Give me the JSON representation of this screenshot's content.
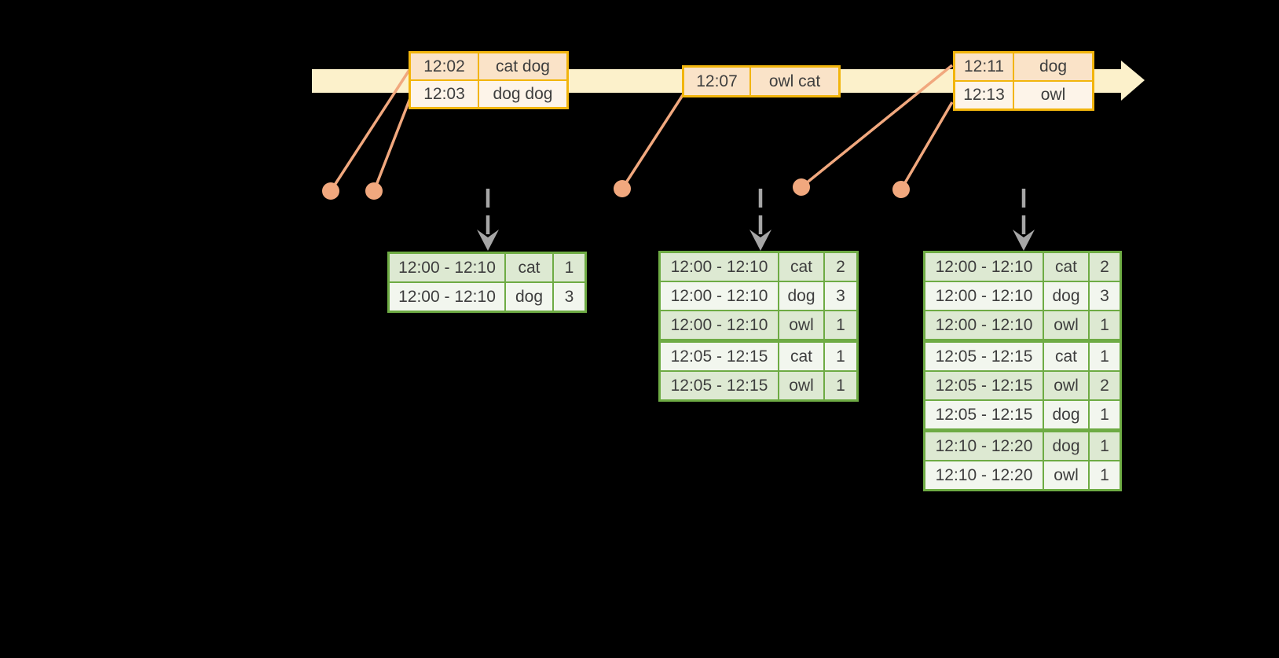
{
  "colors": {
    "background": "#000000",
    "timeline-fill": "#FCF1CB",
    "orange-border": "#F2B50D",
    "orange-row-dark": "#FAE3C8",
    "orange-row-light": "#FDF4E9",
    "salmon": "#F1A87E",
    "green-border": "#6EAB44",
    "green-row-dark": "#DDE9D2",
    "green-row-light": "#F2F6EE",
    "arrow-gray": "#A6A6A6",
    "text": "#3E3E3E"
  },
  "event_tables": [
    {
      "rows": [
        {
          "time": "12:02",
          "value": "cat dog"
        },
        {
          "time": "12:03",
          "value": "dog dog"
        }
      ]
    },
    {
      "rows": [
        {
          "time": "12:07",
          "value": "owl cat"
        }
      ]
    },
    {
      "rows": [
        {
          "time": "12:11",
          "value": "dog"
        },
        {
          "time": "12:13",
          "value": "owl"
        }
      ]
    }
  ],
  "result_tables": [
    {
      "rows": [
        {
          "window": "12:00 - 12:10",
          "key": "cat",
          "count": 1
        },
        {
          "window": "12:00 - 12:10",
          "key": "dog",
          "count": 3
        }
      ]
    },
    {
      "rows": [
        {
          "window": "12:00 - 12:10",
          "key": "cat",
          "count": 2
        },
        {
          "window": "12:00 - 12:10",
          "key": "dog",
          "count": 3
        },
        {
          "window": "12:00 - 12:10",
          "key": "owl",
          "count": 1
        },
        {
          "window": "12:05 - 12:15",
          "key": "cat",
          "count": 1
        },
        {
          "window": "12:05 - 12:15",
          "key": "owl",
          "count": 1
        }
      ]
    },
    {
      "rows": [
        {
          "window": "12:00 - 12:10",
          "key": "cat",
          "count": 2
        },
        {
          "window": "12:00 - 12:10",
          "key": "dog",
          "count": 3
        },
        {
          "window": "12:00 - 12:10",
          "key": "owl",
          "count": 1
        },
        {
          "window": "12:05 - 12:15",
          "key": "cat",
          "count": 1
        },
        {
          "window": "12:05 - 12:15",
          "key": "owl",
          "count": 2
        },
        {
          "window": "12:05 - 12:15",
          "key": "dog",
          "count": 1
        },
        {
          "window": "12:10 - 12:20",
          "key": "dog",
          "count": 1
        },
        {
          "window": "12:10 - 12:20",
          "key": "owl",
          "count": 1
        }
      ]
    }
  ]
}
